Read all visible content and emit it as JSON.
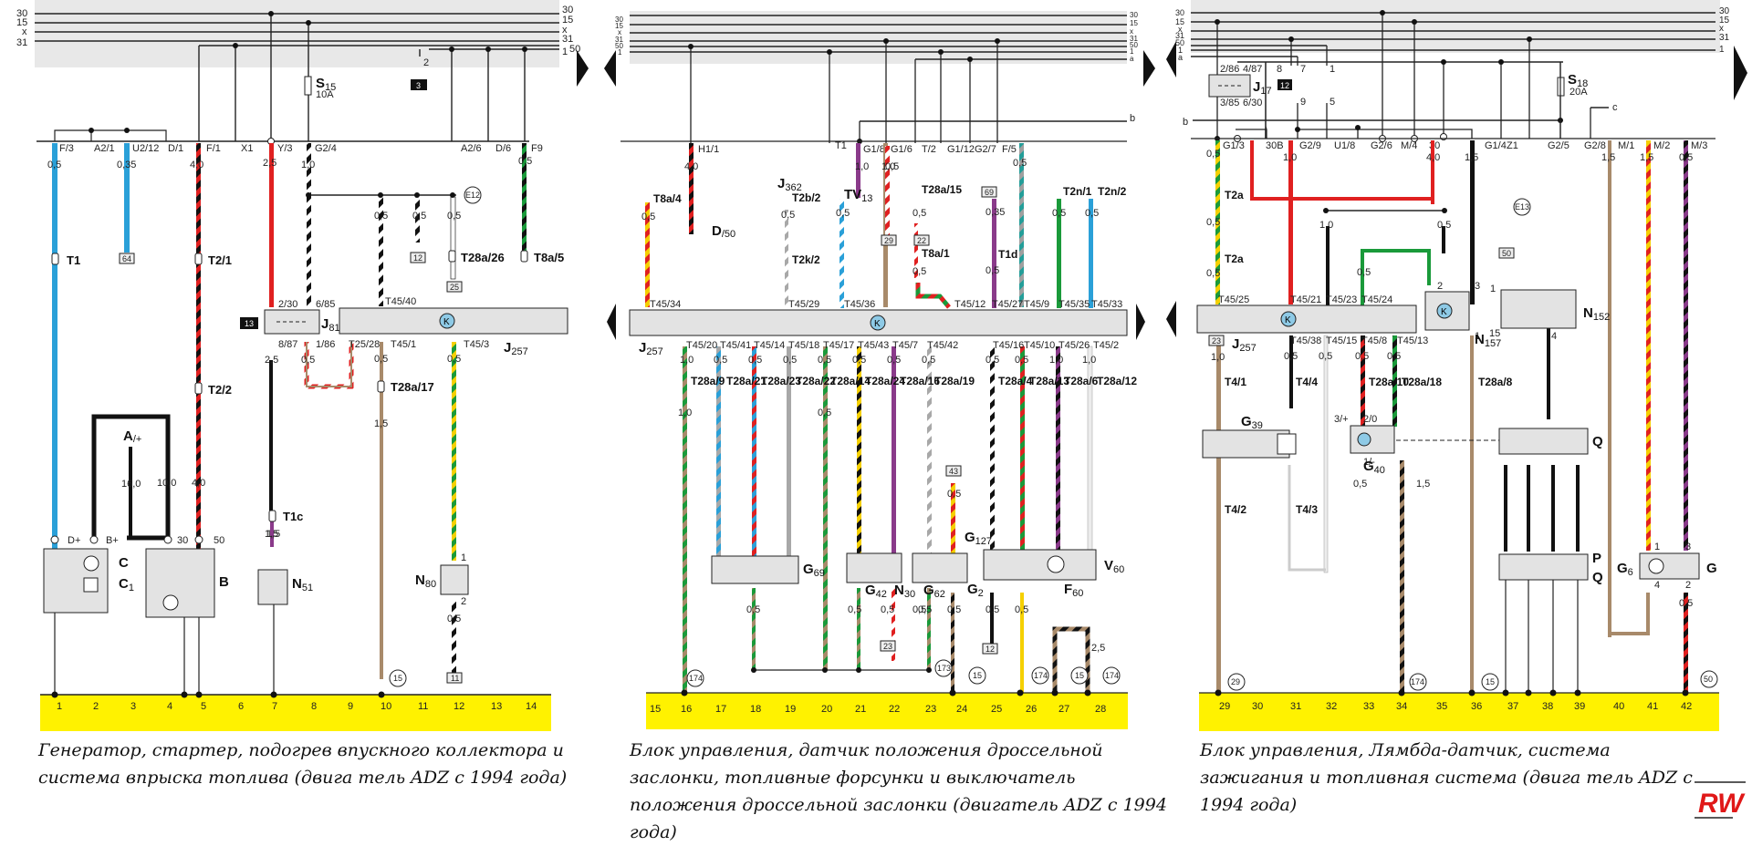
{
  "colors": {
    "bus_band": "#e8e8e8",
    "track_band": "#fff200",
    "component_fill": "#e3e3e3",
    "ecu_icon": "#8ecae6",
    "blue": "#2aa0d8",
    "red": "#e02020",
    "black": "#111111",
    "green": "#1a9a3a",
    "yellow": "#f5d000",
    "brown": "#a88a6a",
    "violet": "#8a3a8a",
    "grey": "#a8a8a8",
    "logo_red": "#e01818"
  },
  "bus_labels": {
    "left": [
      "30",
      "15",
      "x",
      "31"
    ],
    "left_right": [
      "30",
      "15",
      "x",
      "31",
      "1",
      "50"
    ],
    "mid_left": [
      "30",
      "15",
      "x",
      "31",
      "50",
      "1"
    ],
    "mid_right": [
      "30",
      "15",
      "x",
      "31",
      "50",
      "1",
      "a"
    ],
    "right_left": [
      "30",
      "15",
      "x",
      "31",
      "50",
      "1",
      "a"
    ],
    "right_right": [
      "30",
      "15",
      "x",
      "31",
      "1"
    ]
  },
  "panels": [
    {
      "caption": "Генератор, стартер, подогрев впускного коллектора и система впрыска топлива  (двига тель ADZ с 1994 года)",
      "tracks": [
        "1",
        "2",
        "3",
        "4",
        "5",
        "6",
        "7",
        "8",
        "9",
        "10",
        "11",
        "12",
        "13",
        "14"
      ],
      "connector_points": [
        "F/3",
        "A2/1",
        "U2/12",
        "D/1",
        "F/1",
        "X1",
        "Y/3",
        "G2/4",
        "A2/6",
        "D/6",
        "F9"
      ],
      "gauges": [
        "0,5",
        "0,35",
        "4,0",
        "2,5",
        "1,0",
        "0,5",
        "0,5",
        "0,5",
        "0,5",
        "0,5",
        "2,5",
        "0,5",
        "1,5",
        "0,5",
        "1,5",
        "16,0",
        "10,0",
        "4,0",
        "1,5",
        "0,5"
      ],
      "fuse": {
        "name": "S",
        "sub": "15",
        "rating": "10A"
      },
      "relay_label": "13",
      "relay": {
        "name": "J",
        "sub": "81",
        "pins": [
          "2/30",
          "6/85",
          "8/87",
          "1/86"
        ]
      },
      "ecu": {
        "name": "J",
        "sub": "257",
        "pins": [
          "T45/40",
          "T25/28",
          "T45/1",
          "T45/3"
        ]
      },
      "connectors": [
        "T1",
        "T2/1",
        "T2/2",
        "T1c",
        "T28a/26",
        "T8a/5",
        "T28a/17"
      ],
      "refs": [
        "64",
        "12",
        "25",
        "11"
      ],
      "ground_marks": [
        "E12",
        "15"
      ],
      "bus_ref": "3",
      "bus_tap": "2",
      "components": [
        {
          "name": "A",
          "sub": "/+"
        },
        {
          "name": "C",
          "sub": ""
        },
        {
          "name": "C",
          "sub": "1"
        },
        {
          "name": "B",
          "sub": ""
        },
        {
          "name": "N",
          "sub": "51"
        },
        {
          "name": "N",
          "sub": "80"
        }
      ],
      "terminal_labels": [
        "D+",
        "B+",
        "30",
        "50",
        "1",
        "2"
      ]
    },
    {
      "caption": "Блок управления, датчик положения дроссельной заслонки, топливные форсунки и выключатель положения дроссельной заслонки (двигатель ADZ с 1994 года)",
      "tracks": [
        "15",
        "16",
        "17",
        "18",
        "19",
        "20",
        "21",
        "22",
        "23",
        "24",
        "25",
        "26",
        "27",
        "28"
      ],
      "connector_points": [
        "H1/1",
        "T1",
        "G1/8",
        "G1/6",
        "T/2",
        "G1/12",
        "G2/7",
        "F/5"
      ],
      "bus_b": "b",
      "ecu": {
        "name": "J",
        "sub": "257",
        "top_pins": [
          "T45/34",
          "T45/29",
          "T45/36",
          "T45/12",
          "T45/27",
          "T45/9",
          "T45/35",
          "T45/33"
        ],
        "bottom_pins": [
          "T45/20",
          "T45/41",
          "T45/14",
          "T45/18",
          "T45/17",
          "T45/43",
          "T45/7",
          "T45/42",
          "T45/16",
          "T45/10",
          "T45/26",
          "T45/2"
        ]
      },
      "connectors": [
        "T8a/4",
        "T2b/2",
        "T2k/2",
        "T28a/15",
        "T8a/1",
        "T1d",
        "T2n/1",
        "T2n/2",
        "T28a/9",
        "T28a/21",
        "T28a/23",
        "T28a/22",
        "T28a/14",
        "T28a/24",
        "T28a/16",
        "T28a/19",
        "T28a/4",
        "T28a/13",
        "T28a/6",
        "T28a/12"
      ],
      "refs": [
        "29",
        "22",
        "69",
        "23",
        "43",
        "12"
      ],
      "ground_marks": [
        "174",
        "173",
        "15",
        "174",
        "15",
        "174"
      ],
      "components": [
        {
          "name": "D",
          "sub": "/50"
        },
        {
          "name": "J",
          "sub": "362"
        },
        {
          "name": "TV",
          "sub": "13"
        },
        {
          "name": "G",
          "sub": "69"
        },
        {
          "name": "G",
          "sub": "42"
        },
        {
          "name": "N",
          "sub": "30"
        },
        {
          "name": "G",
          "sub": "62"
        },
        {
          "name": "G",
          "sub": "127"
        },
        {
          "name": "G",
          "sub": "2"
        },
        {
          "name": "F",
          "sub": "60"
        },
        {
          "name": "V",
          "sub": "60"
        }
      ],
      "gauges_top": [
        "4,0",
        "1,0",
        "1,0",
        "0,5",
        "0,5",
        "0,5",
        "0,5",
        "0,5",
        "0,5",
        "0,5",
        "0,35",
        "0,5",
        "0,5",
        "0,5"
      ],
      "gauges_bottom": [
        "1,0",
        "0,5",
        "0,5",
        "0,5",
        "0,5",
        "0,5",
        "0,5",
        "0,5",
        "0,5",
        "0,5",
        "1,0",
        "1,0"
      ],
      "gauges_lower": [
        "1,0",
        "0,5",
        "0,5",
        "0,5",
        "0,5",
        "0,5",
        "0,5",
        "0,5",
        "0,5",
        "0,5",
        "0,5",
        "2,5"
      ]
    },
    {
      "caption": "Блок управления, Лямбда-датчик, система зажигания и топливная система (двига тель ADZ с 1994 года)",
      "tracks": [
        "29",
        "30",
        "31",
        "32",
        "33",
        "34",
        "35",
        "36",
        "37",
        "38",
        "39",
        "40",
        "41",
        "42"
      ],
      "connector_points": [
        "G1/3",
        "30B",
        "G2/9",
        "U1/8",
        "G2/6",
        "M/4",
        "30",
        "G1/4",
        "Z1",
        "G2/5",
        "G2/8",
        "M/1",
        "M/2",
        "M/3"
      ],
      "bus_c": "c",
      "relay_label": "12",
      "relay": {
        "name": "J",
        "sub": "17",
        "pins": [
          "2/86",
          "4/87",
          "3/85",
          "6/30"
        ]
      },
      "taps": [
        "8",
        "7",
        "1",
        "9",
        "5"
      ],
      "fuse": {
        "name": "S",
        "sub": "18",
        "rating": "20A"
      },
      "ecu": {
        "name": "J",
        "sub": "257",
        "pins": [
          "T45/25",
          "T45/21",
          "T45/23",
          "T45/24",
          "T45/38",
          "T45/15",
          "T45/8",
          "T45/13"
        ]
      },
      "connectors": [
        "T2a",
        "T2a",
        "T4/1",
        "T4/4",
        "T4/2",
        "T4/3",
        "T28a/10",
        "T28a/18",
        "T28a/8"
      ],
      "refs": [
        "23",
        "50"
      ],
      "ground_marks": [
        "E13",
        "29",
        "174",
        "15",
        "50"
      ],
      "components": [
        {
          "name": "N",
          "sub": "157"
        },
        {
          "name": "N",
          "sub": "152"
        },
        {
          "name": "G",
          "sub": "39"
        },
        {
          "name": "G",
          "sub": "40"
        },
        {
          "name": "Q",
          "sub": ""
        },
        {
          "name": "P",
          "sub": ""
        },
        {
          "name": "Q",
          "sub": ""
        },
        {
          "name": "G",
          "sub": "6"
        },
        {
          "name": "G",
          "sub": ""
        }
      ],
      "pin_labels": [
        "2",
        "3",
        "1",
        "15",
        "1",
        "4",
        "3/+",
        "2/0",
        "1/-",
        "1",
        "3",
        "4",
        "2"
      ],
      "gauges": [
        "0,5",
        "1,0",
        "4,0",
        "1,5",
        "1,5",
        "1,5",
        "0,5",
        "0,5",
        "0,5",
        "1,0",
        "0,5",
        "0,5",
        "0,5",
        "0,5",
        "0,5",
        "0,5",
        "1,0",
        "0,5",
        "1,5",
        "0,5"
      ]
    }
  ],
  "logo": "RW"
}
